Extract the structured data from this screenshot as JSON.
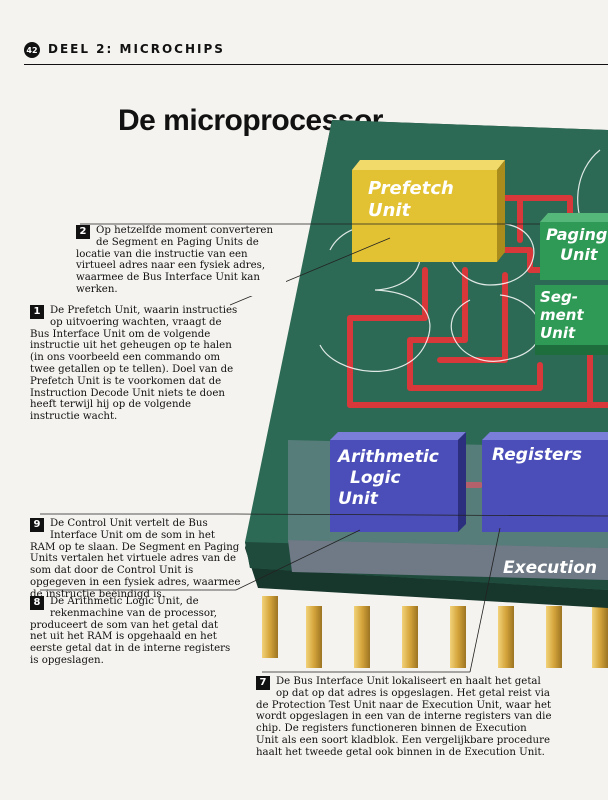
{
  "header": {
    "page_number": "42",
    "section": "DEEL 2: MICROCHIPS"
  },
  "title": "De microprocessor",
  "diagram": {
    "prefetch": [
      "Prefetch",
      "Unit"
    ],
    "paging": [
      "Paging",
      "Unit"
    ],
    "segment": [
      "Seg-",
      "ment",
      "Unit"
    ],
    "alu": [
      "Arithmetic",
      "Logic",
      "Unit"
    ],
    "registers": "Registers",
    "execution": "Execution"
  },
  "captions": [
    {
      "number": "2",
      "text": "Op hetzelfde moment converteren de Segment en Paging Units de locatie van die instructie van een virtueel adres naar een fysiek adres, waarmee de Bus Interface Unit kan werken."
    },
    {
      "number": "1",
      "text": "De Prefetch Unit, waarin instructies op uitvoering wachten, vraagt de Bus Interface Unit om de volgende instructie uit het geheugen op te halen (in ons voorbeeld een commando om twee getallen op te tellen). Doel van de Prefetch Unit is te voorkomen dat de Instruction Decode Unit niets te doen heeft terwijl hij op de volgende instructie wacht."
    },
    {
      "number": "9",
      "text": "De Control Unit vertelt de Bus Interface Unit om de som in het RAM op te slaan. De Segment en Paging Units vertalen het virtuele adres van de som dat door de Control Unit is opgegeven in een fysiek adres, waarmee de instructie beëindigd is."
    },
    {
      "number": "8",
      "text": "De Arithmetic Logic Unit, de rekenmachine van de processor, produceert de som van het getal dat net uit het RAM is opgehaald en het eerste getal dat in de interne registers is opgeslagen."
    },
    {
      "number": "7",
      "text": "De Bus Interface Unit lokaliseert en haalt het getal op dat op dat adres is opgeslagen. Het getal reist via de Protection Test Unit naar de Execution Unit, waar het wordt opgeslagen in een van de interne registers van die chip. De registers functioneren binnen de Execution Unit als een soort kladblok. Een vergelijkbare procedure haalt het tweede getal ook binnen in de Execution Unit."
    }
  ],
  "colors": {
    "board": "#2d6a55",
    "prefetch": "#e2c233",
    "paging": "#2f9a55",
    "alu": "#4b4eb8",
    "bus": "#d8383a",
    "pins": "#d4a43a"
  }
}
